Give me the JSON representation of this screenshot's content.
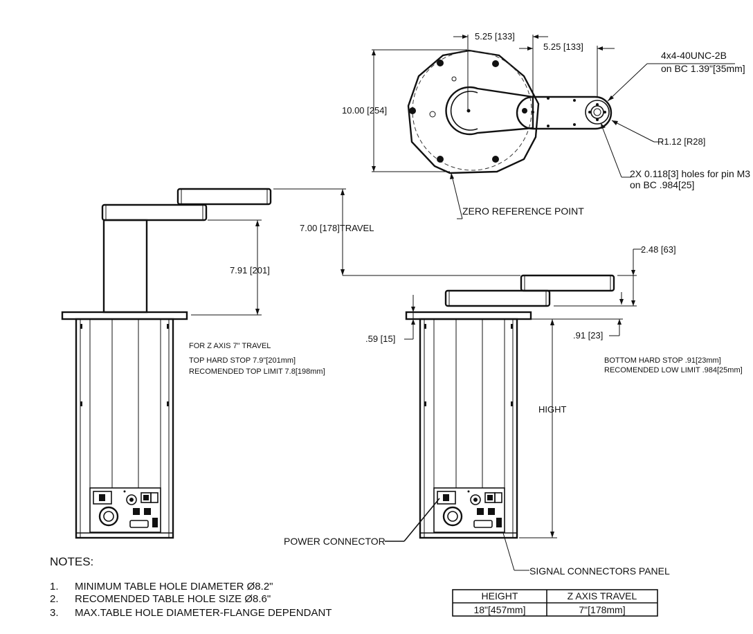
{
  "top_view": {
    "dim_offset_left": "5.25 [133]",
    "dim_offset_right": "5.25 [133]",
    "dim_diameter": "10.00 [254]",
    "callout_thread": "4x4-40UNC-2B",
    "callout_thread_bc": "on BC 1.39\"[35mm]",
    "callout_radius": "R1.12 [R28]",
    "callout_pin_holes": "2X 0.118[3] holes for pin M3",
    "callout_pin_bc": "on BC .984[25]",
    "callout_zero": "ZERO REFERENCE POINT"
  },
  "left_view": {
    "dim_travel": "7.00 [178]TRAVEL",
    "dim_column": "7.91 [201]",
    "note_line1": "FOR Z AXIS 7\" TRAVEL",
    "note_line2": "TOP HARD STOP 7.9\"[201mm]",
    "note_line3": "RECOMENDED TOP LIMIT 7.8[198mm]"
  },
  "right_view": {
    "dim_arm": "2.48 [63]",
    "dim_flange": ".59 [15]",
    "dim_bottom": ".91 [23]",
    "dim_height": "HIGHT",
    "note_line1": "BOTTOM HARD STOP .91[23mm]",
    "note_line2": "RECOMENDED LOW LIMIT .984[25mm]"
  },
  "callouts": {
    "power_connector": "POWER CONNECTOR",
    "signal_panel": "SIGNAL CONNECTORS PANEL"
  },
  "notes": {
    "title": "NOTES:",
    "items": [
      {
        "num": "1.",
        "text": "MINIMUM TABLE HOLE DIAMETER Ø8.2\""
      },
      {
        "num": "2.",
        "text": "RECOMENDED TABLE HOLE SIZE Ø8.6\""
      },
      {
        "num": "3.",
        "text": "MAX.TABLE HOLE DIAMETER-FLANGE DEPENDANT"
      }
    ]
  },
  "table": {
    "headers": [
      "HEIGHT",
      "Z AXIS TRAVEL"
    ],
    "rows": [
      [
        "18\"[457mm]",
        "7\"[178mm]"
      ]
    ]
  }
}
